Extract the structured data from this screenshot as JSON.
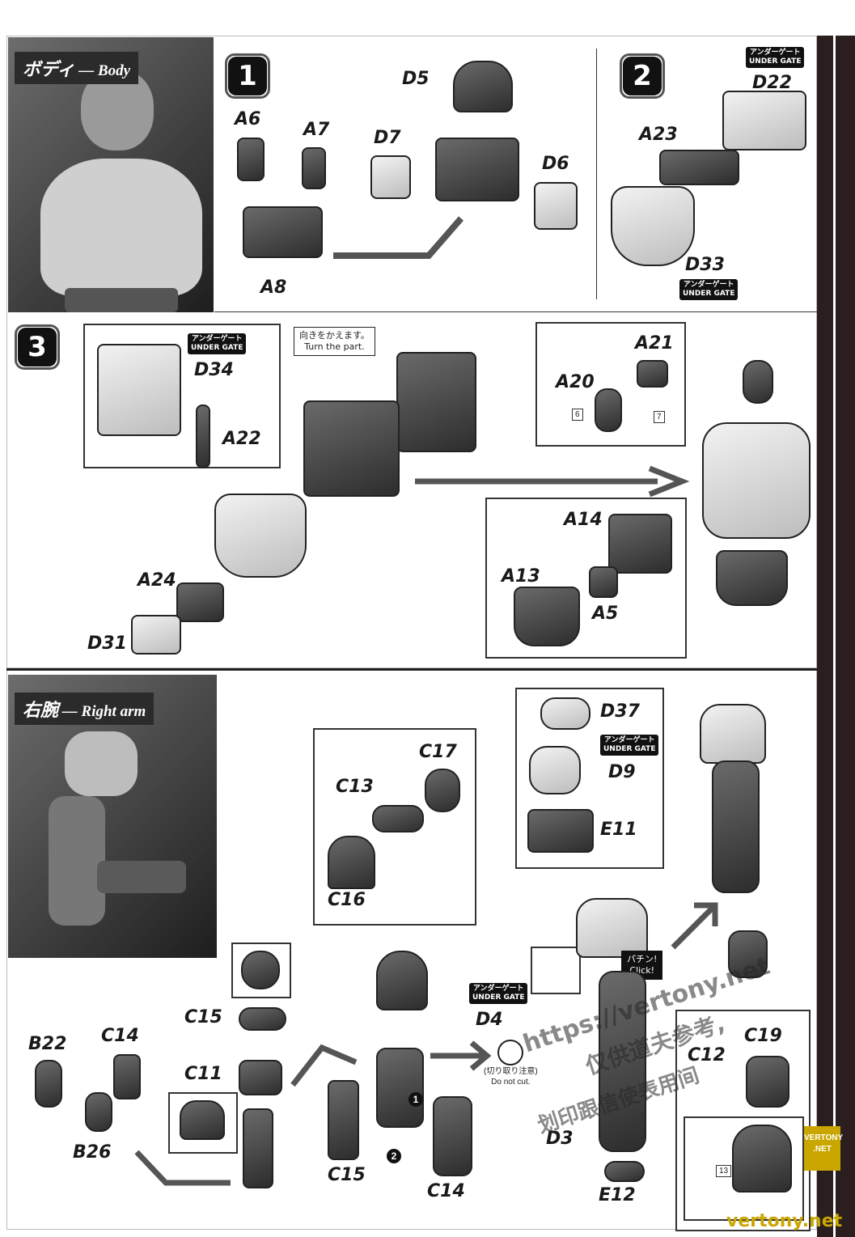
{
  "body_section": {
    "title_jp": "ボディ",
    "title_en": "Body",
    "steps": [
      "1",
      "2",
      "3"
    ],
    "labels": [
      "A6",
      "A7",
      "A8",
      "D5",
      "D7",
      "D6",
      "D22",
      "A23",
      "D33",
      "D34",
      "A22",
      "A24",
      "D31",
      "A21",
      "A20",
      "A14",
      "A13",
      "A5"
    ],
    "under_gate_jp": "アンダーゲート",
    "under_gate_en": "UNDER GATE",
    "turn_note_jp": "向きをかえます。",
    "turn_note_en": "Turn the part.",
    "ref_tags": [
      "6",
      "7"
    ]
  },
  "arm_section": {
    "title_jp": "右腕",
    "title_en": "Right arm",
    "labels": [
      "C17",
      "C13",
      "C16",
      "D37",
      "D9",
      "E11",
      "C15",
      "C14",
      "B22",
      "C11",
      "B26",
      "D4",
      "D3",
      "E12",
      "C19",
      "C12",
      "C15",
      "C14"
    ],
    "click_jp": "パチン!",
    "click_en": "Click!",
    "do_not_cut_jp": "(切り取り注意)",
    "do_not_cut_en": "Do not cut.",
    "ref_tag": "13",
    "order_marks": [
      "1",
      "2"
    ]
  },
  "watermarks": {
    "url": "https://vertony.net",
    "cn_line1": "仅供道夫参考,",
    "cn_line2": "划印跟信使表用间",
    "badge": "VERTONY .NET",
    "footer": "vertony.net"
  }
}
